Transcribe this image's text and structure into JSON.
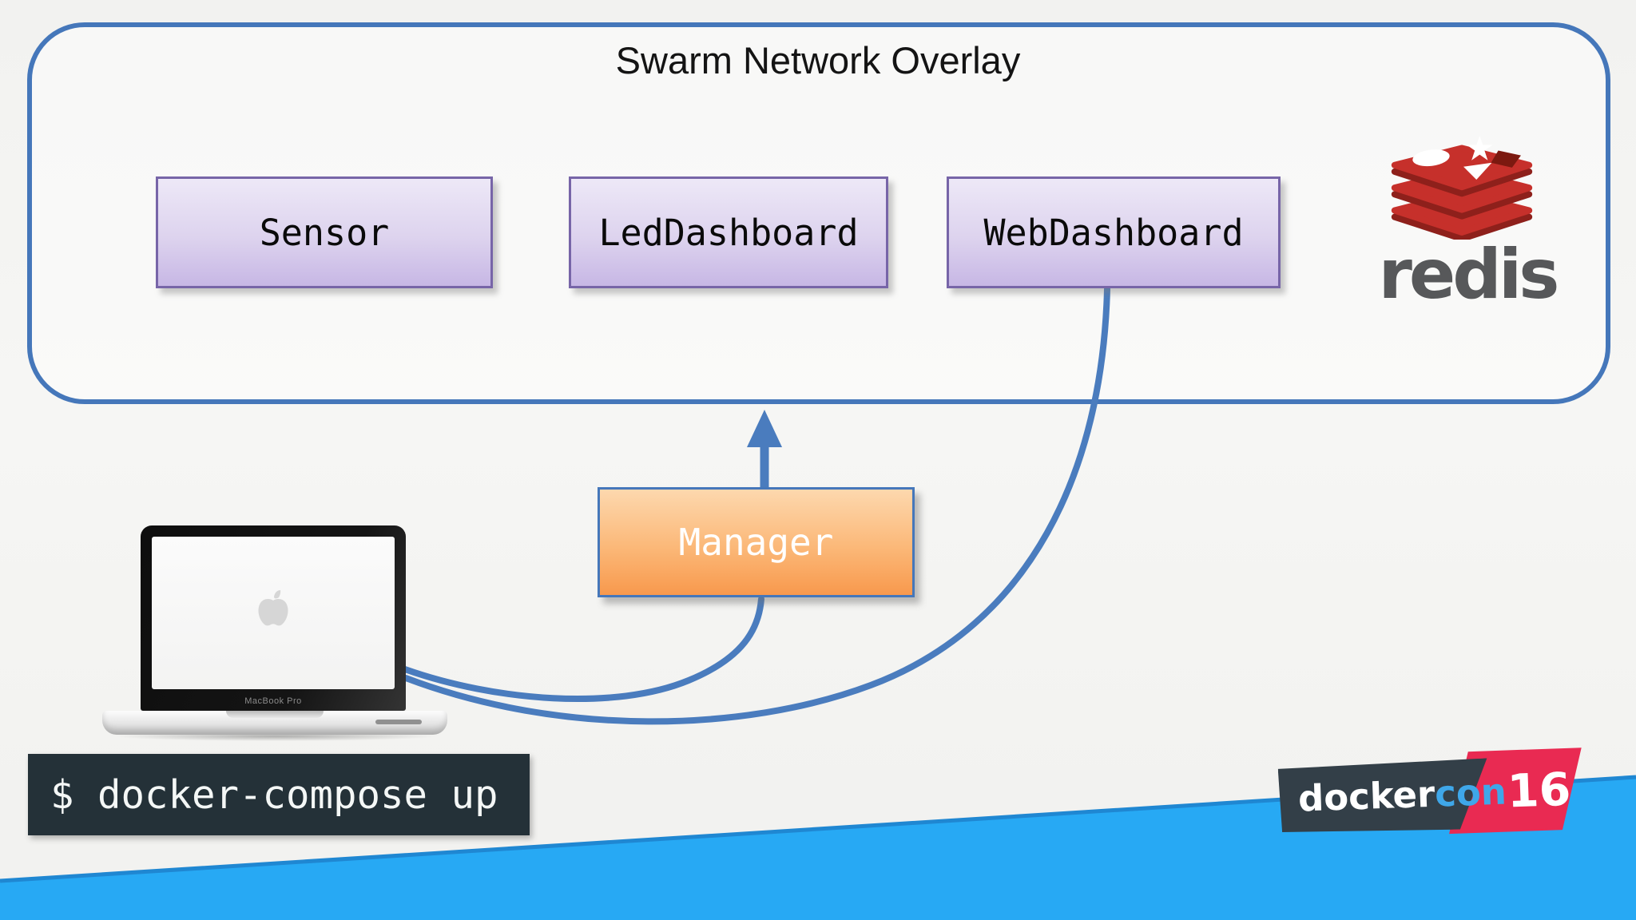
{
  "slide": {
    "title": "Swarm Network Overlay"
  },
  "services": [
    {
      "label": "Sensor"
    },
    {
      "label": "LedDashboard"
    },
    {
      "label": "WebDashboard"
    }
  ],
  "manager": {
    "label": "Manager"
  },
  "redis": {
    "wordmark": "redis"
  },
  "laptop": {
    "model": "MacBook Pro"
  },
  "terminal": {
    "command": "$ docker-compose up"
  },
  "footer": {
    "brand_docker": "docker",
    "brand_con": "con",
    "year": "16"
  },
  "colors": {
    "connector_blue": "#4a7cbe",
    "overlay_border": "#4577ba",
    "service_border": "#7765a8",
    "service_fill_top": "#ede8f7",
    "service_fill_bottom": "#c7b7e5",
    "manager_orange_top": "#fdd8ae",
    "manager_orange_bottom": "#f8994d",
    "terminal_bg": "#243138",
    "band_cyan": "#27a9f4",
    "band_edge": "#1f87d2",
    "badge_slate": "#333f48",
    "badge_red": "#e92a52",
    "badge_con_blue": "#3fa7e9",
    "redis_red": "#c6302b",
    "redis_dark_red": "#8e201b",
    "redis_gray": "#57585a"
  }
}
